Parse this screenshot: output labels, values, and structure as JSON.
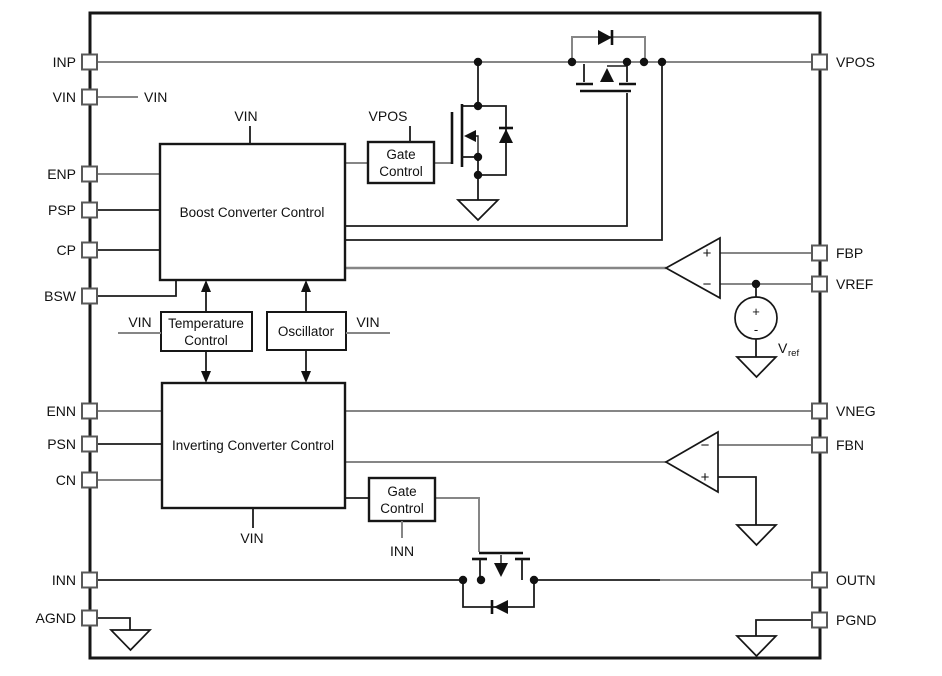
{
  "pins": {
    "left": [
      {
        "label": "INP"
      },
      {
        "label": "VIN"
      },
      {
        "label": "ENP"
      },
      {
        "label": "PSP"
      },
      {
        "label": "CP"
      },
      {
        "label": "BSW"
      },
      {
        "label": "ENN"
      },
      {
        "label": "PSN"
      },
      {
        "label": "CN"
      },
      {
        "label": "INN"
      },
      {
        "label": "AGND"
      }
    ],
    "right": [
      {
        "label": "VPOS"
      },
      {
        "label": "FBP"
      },
      {
        "label": "VREF"
      },
      {
        "label": "VNEG"
      },
      {
        "label": "FBN"
      },
      {
        "label": "OUTN"
      },
      {
        "label": "PGND"
      }
    ]
  },
  "blocks": {
    "boost": {
      "label": "Boost Converter Control"
    },
    "gate_top": {
      "line1": "Gate",
      "line2": "Control"
    },
    "temperature": {
      "line1": "Temperature",
      "line2": "Control"
    },
    "oscillator": {
      "label": "Oscillator"
    },
    "inverting": {
      "label": "Inverting Converter Control"
    },
    "gate_bottom": {
      "line1": "Gate",
      "line2": "Control"
    }
  },
  "net_labels": {
    "vin_pin": "VIN",
    "vin_boost": "VIN",
    "vpos_gate": "VPOS",
    "vin_temperature": "VIN",
    "vin_oscillator": "VIN",
    "vin_inverting": "VIN",
    "inn_gate": "INN"
  },
  "reference_source": {
    "base": "V",
    "sub": "ref",
    "plus": "+",
    "minus": "-"
  },
  "comparator_signs": {
    "plus": "+",
    "minus": "−"
  },
  "colors": {
    "wire_gray": "#868686",
    "line_black": "#1c1c1c",
    "background": "#ffffff"
  }
}
